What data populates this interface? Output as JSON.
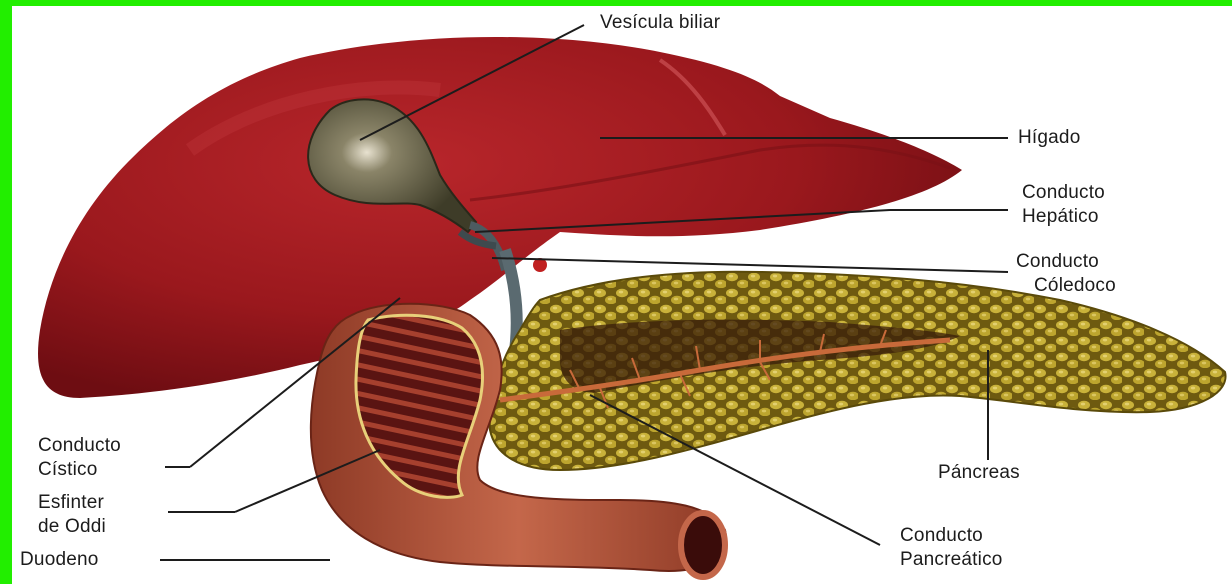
{
  "colors": {
    "background_frame": "#22ee00",
    "liver": "#9e1a1f",
    "gallbladder": "#4a4a32",
    "duodenum": "#b0523a",
    "pancreas": "#b09a1e",
    "duct": "#5a6a70",
    "leader_line": "#1c1c1c"
  },
  "labels": {
    "vesicula": "Vesícula biliar",
    "higado": "Hígado",
    "hepatico_1": "Conducto",
    "hepatico_2": "Hepático",
    "coledoco_1": "Conducto",
    "coledoco_2": "Cóledoco",
    "cistico_1": "Conducto",
    "cistico_2": "Cístico",
    "esfinter_1": "Esfinter",
    "esfinter_2": "de Oddi",
    "duodeno": "Duodeno",
    "pancreas": "Páncreas",
    "pancreatico_1": "Conducto",
    "pancreatico_2": "Pancreático"
  }
}
